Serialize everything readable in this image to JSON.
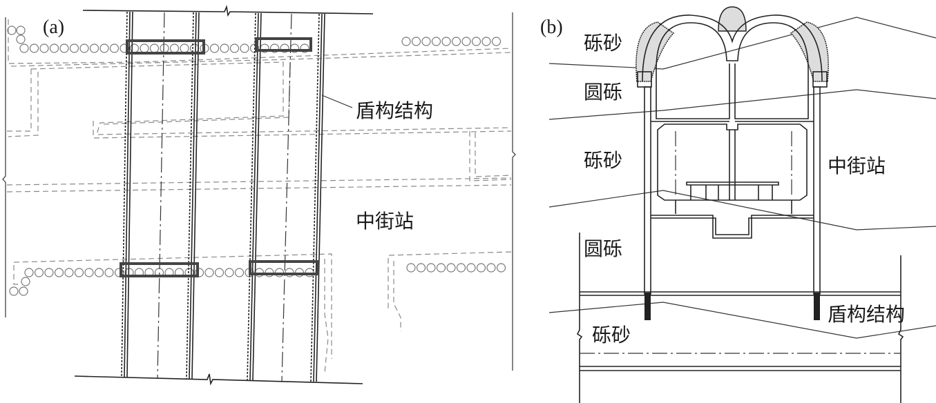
{
  "panel_a": {
    "tag": "(a)",
    "label_shield": "盾构结构",
    "label_station": "中街站"
  },
  "panel_b": {
    "tag": "(b)",
    "soil_layers": [
      "砾砂",
      "圆砾",
      "砾砂",
      "圆砾",
      "砾砂"
    ],
    "label_station": "中街站",
    "label_shield": "盾构结构"
  }
}
